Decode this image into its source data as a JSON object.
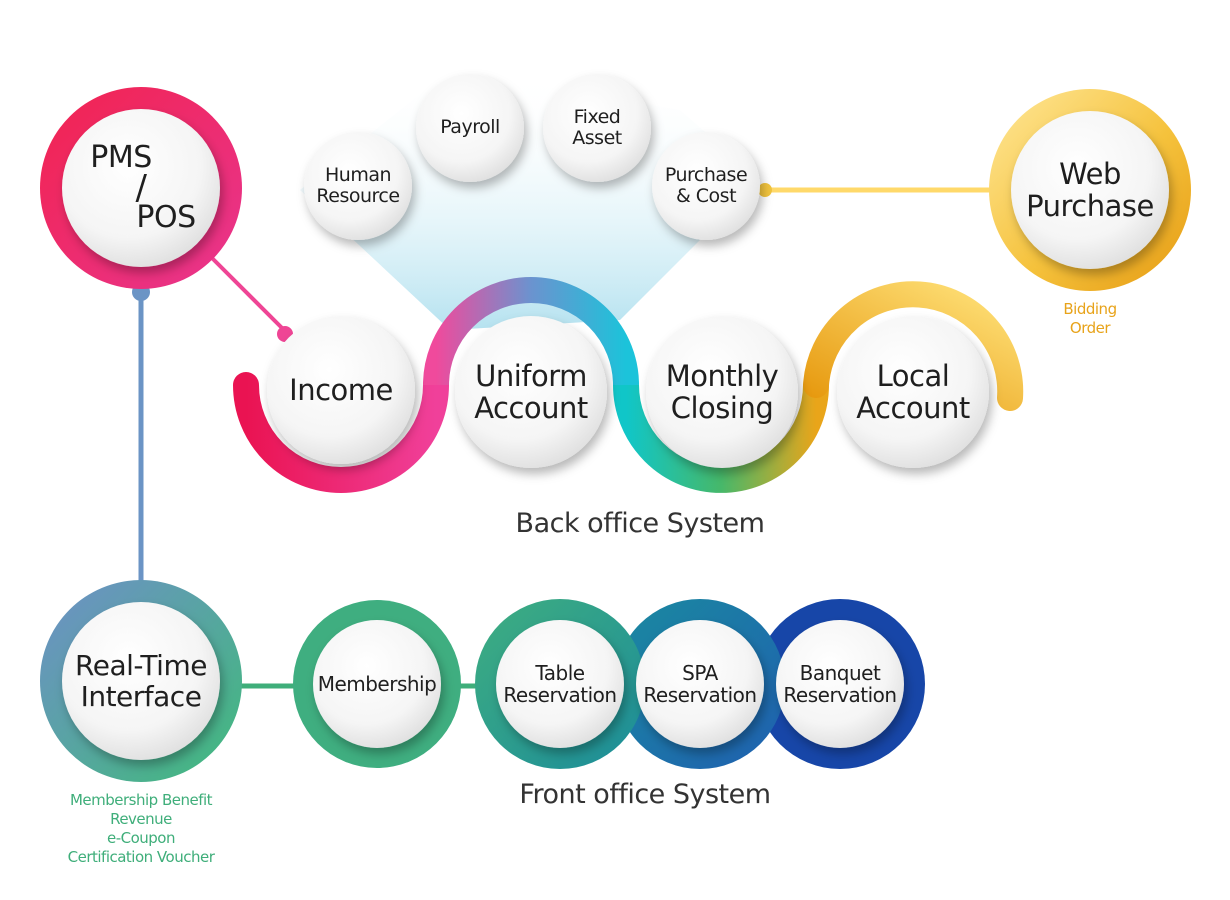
{
  "colors": {
    "pink": "#e8185a",
    "magenta": "#ee4a9a",
    "cyan": "#1fb9d6",
    "green": "#3fae7a",
    "orange": "#e8a31a",
    "yellow": "#ffd96a",
    "steel_blue": "#6b94c5",
    "navy": "#1746a8",
    "teal": "#1b7e9a"
  },
  "pms_pos": {
    "line1": "PMS",
    "slash": "/",
    "line2": "POS"
  },
  "web_purchase": {
    "line1": "Web",
    "line2": "Purchase",
    "note1": "Bidding",
    "note2": "Order"
  },
  "back_office": {
    "title": "Back office System",
    "modules": {
      "human_resource": [
        "Human",
        "Resource"
      ],
      "payroll": "Payroll",
      "fixed_asset": [
        "Fixed",
        "Asset"
      ],
      "purchase_cost": [
        "Purchase",
        "& Cost"
      ]
    },
    "chain": {
      "income": "Income",
      "uniform_account": [
        "Uniform",
        "Account"
      ],
      "monthly_closing": [
        "Monthly",
        "Closing"
      ],
      "local_account": [
        "Local",
        "Account"
      ]
    }
  },
  "real_time": {
    "line1": "Real-Time",
    "line2": "Interface",
    "notes": [
      "Membership Benefit",
      "Revenue",
      "e-Coupon",
      "Certification Voucher"
    ]
  },
  "front_office": {
    "title": "Front office System",
    "membership": "Membership",
    "table": [
      "Table",
      "Reservation"
    ],
    "spa": [
      "SPA",
      "Reservation"
    ],
    "banquet": [
      "Banquet",
      "Reservation"
    ]
  }
}
